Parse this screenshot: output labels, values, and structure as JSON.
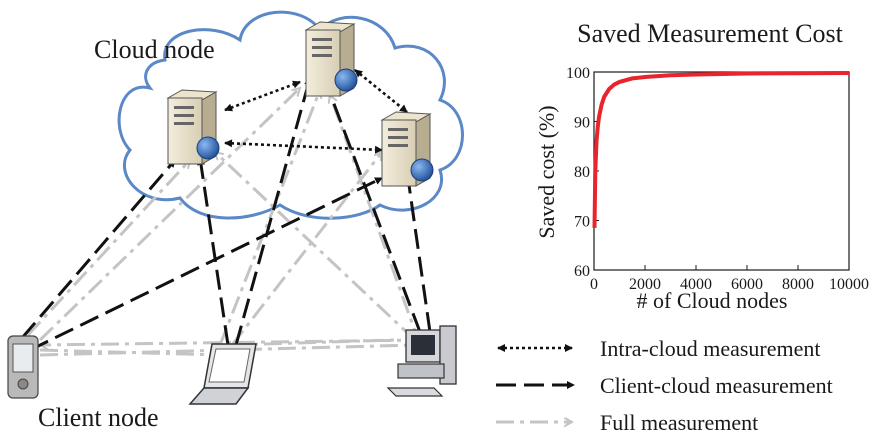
{
  "diagram": {
    "cloud_label": "Cloud node",
    "client_label": "Client node"
  },
  "legend": {
    "items": [
      {
        "id": "intra",
        "label": "Intra-cloud measurement",
        "color": "#111111"
      },
      {
        "id": "client_cloud",
        "label": "Client-cloud measurement",
        "color": "#111111"
      },
      {
        "id": "full",
        "label": "Full measurement",
        "color": "#c4c4c4"
      }
    ]
  },
  "colors": {
    "cloud_outline": "#5b88c7",
    "curve": "#e8242c",
    "dark_line": "#111111",
    "gray_line": "#c4c4c4"
  },
  "icons": [
    "server-icon",
    "globe-icon",
    "pda-icon",
    "laptop-icon",
    "desktop-icon"
  ],
  "chart_data": {
    "type": "line",
    "title": "Saved Measurement Cost",
    "xlabel": "# of Cloud nodes",
    "ylabel": "Saved cost (%)",
    "xlim": [
      0,
      10000
    ],
    "ylim": [
      60,
      100
    ],
    "xticks": [
      0,
      2000,
      4000,
      6000,
      8000,
      10000
    ],
    "yticks": [
      60,
      70,
      80,
      90,
      100
    ],
    "x": [
      20,
      50,
      100,
      150,
      200,
      300,
      400,
      600,
      800,
      1000,
      1500,
      2000,
      3000,
      4000,
      5000,
      6000,
      8000,
      10000
    ],
    "y": [
      68.5,
      80,
      86,
      89,
      91,
      93.4,
      95,
      96.6,
      97.5,
      98,
      98.7,
      99,
      99.35,
      99.5,
      99.6,
      99.7,
      99.75,
      99.8
    ]
  }
}
